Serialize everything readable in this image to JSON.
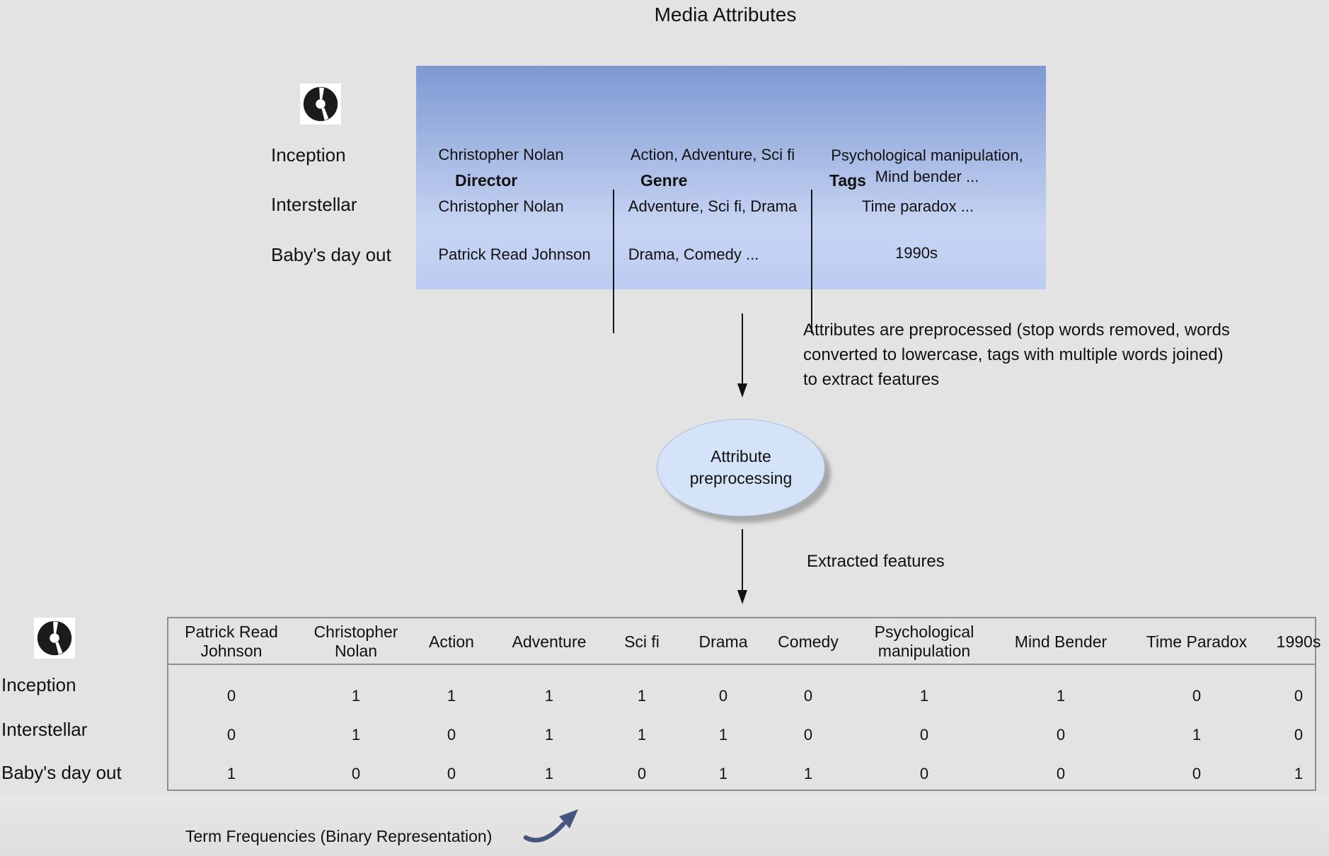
{
  "title": "Media Attributes",
  "colors": {
    "background": "#e3e3e3",
    "table_gradient_top": "#7e99d2",
    "table_gradient_bottom": "#bccbf2",
    "ellipse_fill": "#d4e3f8",
    "curved_arrow": "#44567c",
    "text": "#111111",
    "matrix_border": "#8f8f8f"
  },
  "attributes_table": {
    "icon": "disc-icon",
    "columns": [
      "Director",
      "Genre",
      "Tags"
    ],
    "rows": [
      {
        "label": "Inception",
        "director": "Christopher Nolan",
        "genre": "Action, Adventure, Sci fi",
        "tags": "Psychological manipulation, Mind bender ..."
      },
      {
        "label": "Interstellar",
        "director": "Christopher Nolan",
        "genre": "Adventure, Sci fi, Drama",
        "tags": "Time paradox ..."
      },
      {
        "label": "Baby's day out",
        "director": "Patrick Read Johnson",
        "genre": "Drama, Comedy ...",
        "tags": "1990s"
      }
    ]
  },
  "flow": {
    "note_lines": [
      "Attributes are preprocessed (stop words removed, words",
      "converted to lowercase, tags with multiple words joined)",
      "to extract features"
    ],
    "ellipse_label": "Attribute preprocessing",
    "extracted_label": "Extracted features"
  },
  "matrix": {
    "icon": "disc-icon",
    "columns": [
      "Patrick Read Johnson",
      "Christopher Nolan",
      "Action",
      "Adventure",
      "Sci fi",
      "Drama",
      "Comedy",
      "Psychological manipulation",
      "Mind Bender",
      "Time Paradox",
      "1990s"
    ],
    "rows": [
      {
        "label": "Inception",
        "values": [
          0,
          1,
          1,
          1,
          1,
          0,
          0,
          1,
          1,
          0,
          0
        ]
      },
      {
        "label": "Interstellar",
        "values": [
          0,
          1,
          0,
          1,
          1,
          1,
          0,
          0,
          0,
          1,
          0
        ]
      },
      {
        "label": "Baby's day out",
        "values": [
          1,
          0,
          0,
          1,
          0,
          1,
          1,
          0,
          0,
          0,
          1
        ]
      }
    ],
    "caption": "Term Frequencies (Binary Representation)"
  }
}
